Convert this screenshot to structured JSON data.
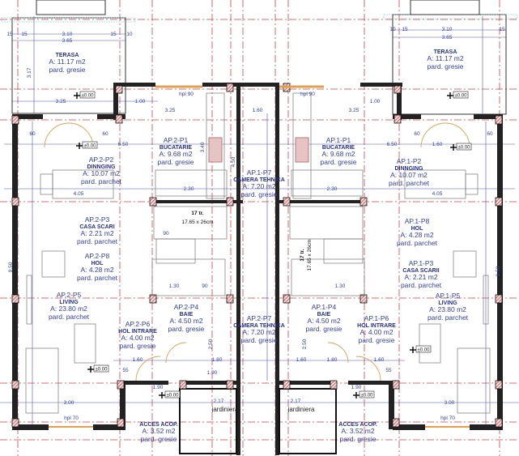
{
  "rooms": [
    {
      "code": "",
      "name": "TERASA",
      "area": "A: 11.17 m2",
      "floor": "pard. gresie"
    },
    {
      "code": "",
      "name": "TERASA",
      "area": "A: 11.17 m2",
      "floor": "pard. gresie"
    },
    {
      "code": "AP.2-P1",
      "name": "BUCATARIE",
      "area": "A: 9.68 m2",
      "floor": "pard. gresie"
    },
    {
      "code": "AP.2-P2",
      "name": "DINNGING",
      "area": "A: 10.07 m2",
      "floor": "pard. parchet"
    },
    {
      "code": "AP.1-P7",
      "name": "CAMERA TEHNICA",
      "area": "A: 7.20 m2",
      "floor": "pard. gresie"
    },
    {
      "code": "AP.1-P1",
      "name": "BUCATARIE",
      "area": "A: 9.68 m2",
      "floor": "pard. gresie"
    },
    {
      "code": "AP.1-P2",
      "name": "DINNGING",
      "area": "A: 10.07 m2",
      "floor": "pard. parchet"
    },
    {
      "code": "AP.2-P3",
      "name": "CASA SCARI",
      "area": "A: 2.21 m2",
      "floor": "pard. parchet"
    },
    {
      "code": "AP.1-P8",
      "name": "HOL",
      "area": "A: 4.28 m2",
      "floor": "pard. parchet"
    },
    {
      "code": "AP.2-P8",
      "name": "HOL",
      "area": "A: 4.28 m2",
      "floor": "pard. parchet"
    },
    {
      "code": "AP.1-P3",
      "name": "CASA SCARII",
      "area": "A: 2.21 m2",
      "floor": "pard. parchet"
    },
    {
      "code": "AP.2-P5",
      "name": "LIVING",
      "area": "A: 23.80 m2",
      "floor": "pard. parchet"
    },
    {
      "code": "AP.1-P5",
      "name": "LIVING",
      "area": "A: 23.80 m2",
      "floor": "pard. parchet"
    },
    {
      "code": "AP.2-P4",
      "name": "BAIE",
      "area": "A: 4.50 m2",
      "floor": "pard. gresie"
    },
    {
      "code": "AP.2-P6",
      "name": "HOL INTRARE",
      "area": "A: 4.00 m2",
      "floor": "pard. gresie"
    },
    {
      "code": "AP.2-P7",
      "name": "CAMERA TEHNICA",
      "area": "A: 7.20 m2",
      "floor": "pard. gresie"
    },
    {
      "code": "AP.1-P4",
      "name": "BAIE",
      "area": "A: 4.50 m2",
      "floor": "pard. gresie"
    },
    {
      "code": "AP.1-P6",
      "name": "HOL INTRARE",
      "area": "A: 4.00 m2",
      "floor": "pard. gresie"
    },
    {
      "code": "",
      "name": "ACCES ACOP.",
      "area": "A: 3.52 m2",
      "floor": "pard. gresie"
    },
    {
      "code": "",
      "name": "ACCES ACOP.",
      "area": "A: 3.52 m2",
      "floor": "pard. gresie"
    }
  ],
  "level_marker": "±0.00",
  "planter_label": "jardiniera",
  "stairs": {
    "steps": "17 tr.",
    "size": "17.65 x 26cm"
  },
  "dimensions": [
    "15",
    "15",
    "3.10",
    "15",
    "10",
    "3.65",
    "3.17",
    "3.25",
    "1.00",
    "3.25",
    "1.60",
    "60",
    "60",
    "6.50",
    "4.05",
    "2.30",
    "3.40",
    "4.50",
    "9.50",
    "1.60",
    "1.80",
    "1.60",
    "55",
    "1.90",
    "2.17",
    "3.00",
    "1.90",
    "2.17",
    "1.90",
    "1.80",
    "1.60",
    "1.60",
    "55",
    "3.00",
    "4.05",
    "2.30",
    "3.25",
    "1.00",
    "3.10",
    "3.65",
    "10",
    "15",
    "15",
    "60",
    "60",
    "6.50",
    "90",
    "1.30",
    "90",
    "1.30",
    "9.50",
    "2.50",
    "2.50",
    "hpl 70",
    "hpl 70",
    "hpl 90",
    "hpl 90"
  ]
}
